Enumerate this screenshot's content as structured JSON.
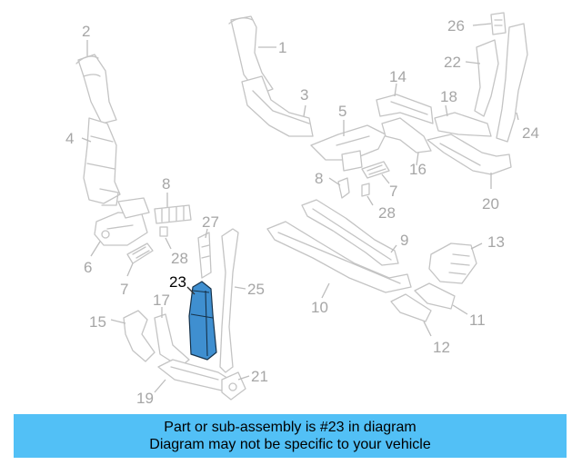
{
  "diagram": {
    "highlighted_part": "23",
    "highlight_color": "#3f8fd0",
    "callouts": {
      "c1": "1",
      "c2": "2",
      "c3": "3",
      "c4": "4",
      "c5": "5",
      "c6": "6",
      "c7a": "7",
      "c7b": "7",
      "c8a": "8",
      "c8b": "8",
      "c9": "9",
      "c10": "10",
      "c11": "11",
      "c12": "12",
      "c13": "13",
      "c14": "14",
      "c15": "15",
      "c16": "16",
      "c17": "17",
      "c18": "18",
      "c19": "19",
      "c20": "20",
      "c21": "21",
      "c22": "22",
      "c23": "23",
      "c24": "24",
      "c25": "25",
      "c26": "26",
      "c27": "27",
      "c28a": "28",
      "c28b": "28"
    }
  },
  "caption": {
    "line1": "Part or sub-assembly is #23 in diagram",
    "line2": "Diagram may not be specific to your vehicle",
    "background": "#52c0f6"
  }
}
